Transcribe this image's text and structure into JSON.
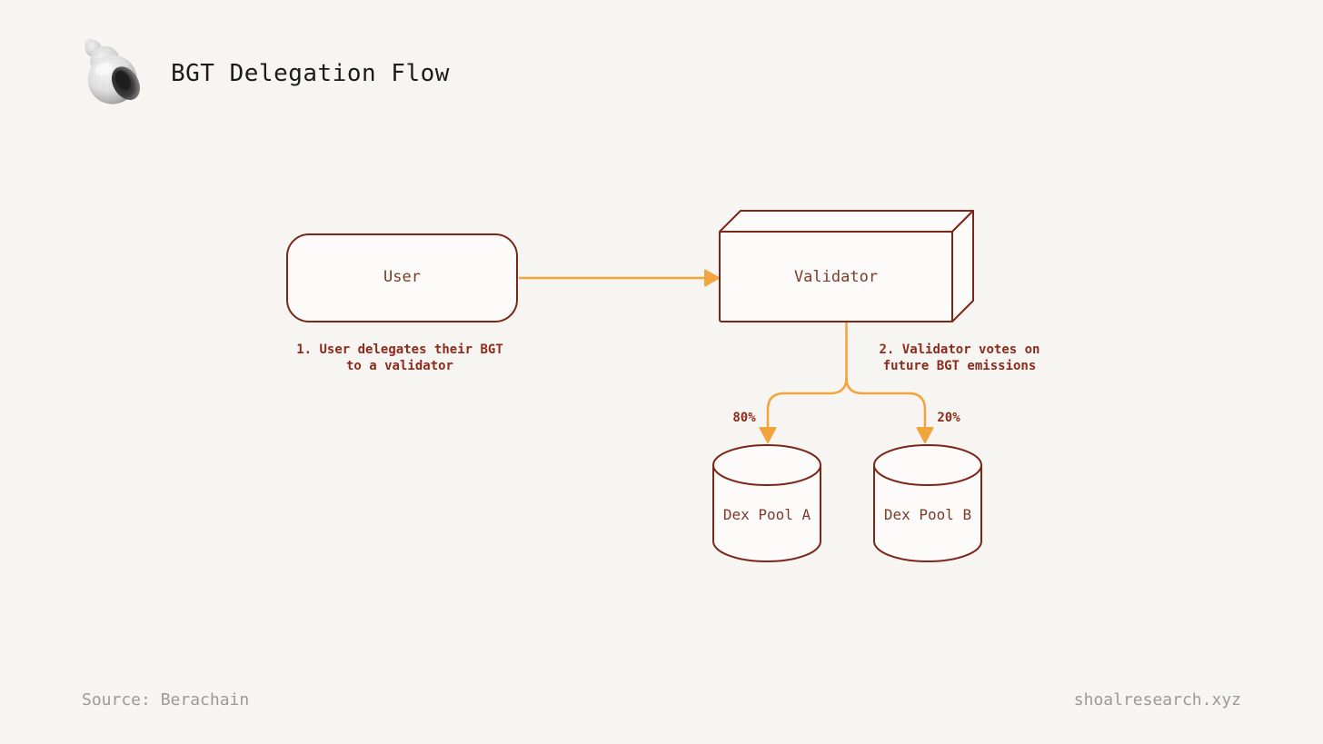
{
  "header": {
    "title": "BGT Delegation Flow",
    "logo": "shell-logo"
  },
  "diagram": {
    "nodes": {
      "user": {
        "label": "User",
        "shape": "rounded-rectangle"
      },
      "validator": {
        "label": "Validator",
        "shape": "cuboid-3d"
      },
      "pool_a": {
        "label": "Dex Pool A",
        "shape": "cylinder"
      },
      "pool_b": {
        "label": "Dex Pool B",
        "shape": "cylinder"
      }
    },
    "annotations": {
      "step1": {
        "line1": "1. User delegates their BGT",
        "line2": "to a validator"
      },
      "step2": {
        "line1": "2. Validator votes on",
        "line2": "future BGT emissions"
      }
    },
    "edges": {
      "user_to_validator": {
        "from": "User",
        "to": "Validator"
      },
      "validator_to_pool_a": {
        "from": "Validator",
        "to": "Dex Pool A",
        "label": "80%"
      },
      "validator_to_pool_b": {
        "from": "Validator",
        "to": "Dex Pool B",
        "label": "20%"
      }
    },
    "colors": {
      "accent_orange": "#F2A43E",
      "node_stroke": "#7C2617",
      "node_fill": "#FCFBF9",
      "caption_text": "#8C2A1B",
      "label_text": "#7C3A28",
      "background": "#F7F5F1"
    }
  },
  "footer": {
    "source": "Source: Berachain",
    "site": "shoalresearch.xyz"
  }
}
